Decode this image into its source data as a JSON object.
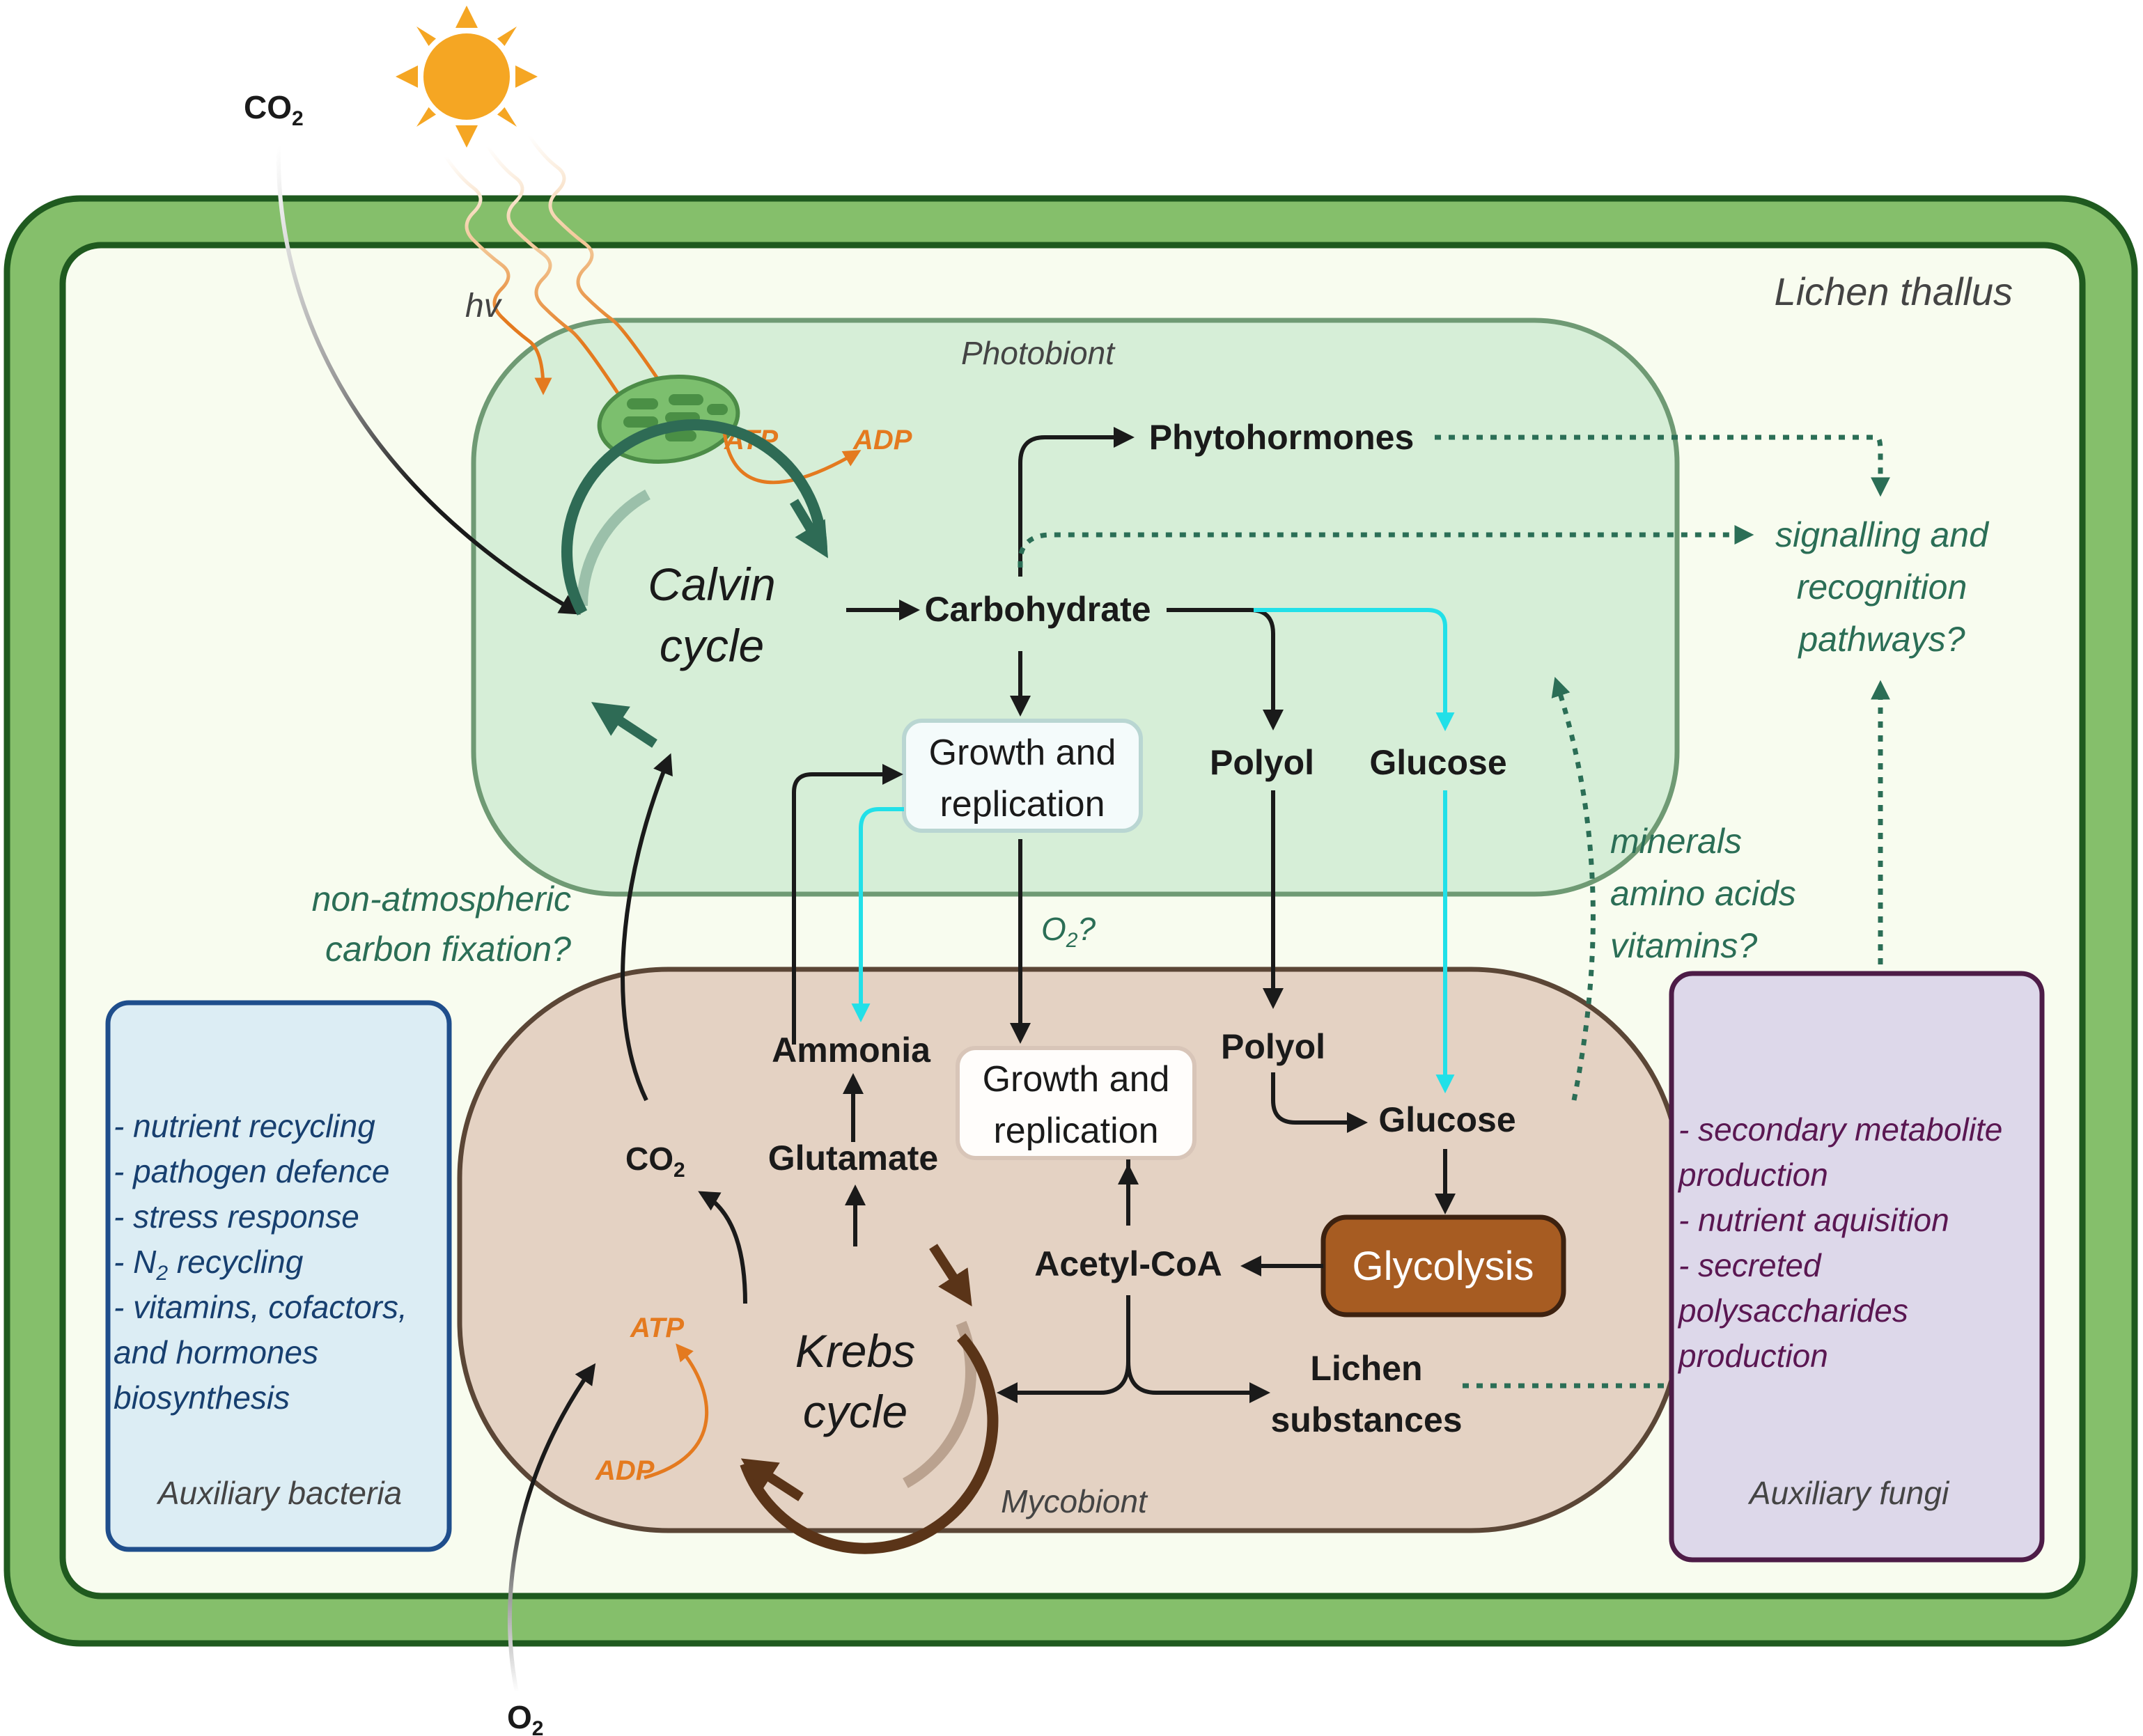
{
  "thallus": {
    "label": "Lichen thallus"
  },
  "photobiont": {
    "label": "Photobiont",
    "calvin_line1": "Calvin",
    "calvin_line2": "cycle",
    "carbohydrate": "Carbohydrate",
    "phytohormones": "Phytohormones",
    "growth_line1": "Growth and",
    "growth_line2": "replication",
    "polyol": "Polyol",
    "glucose": "Glucose",
    "atp": "ATP",
    "adp": "ADP"
  },
  "mycobiont": {
    "label": "Mycobiont",
    "krebs_line1": "Krebs",
    "krebs_line2": "cycle",
    "ammonia": "Ammonia",
    "glutamate": "Glutamate",
    "co2": "CO",
    "co2_sub": "2",
    "growth_line1": "Growth and",
    "growth_line2": "replication",
    "polyol": "Polyol",
    "glucose": "Glucose",
    "glycolysis": "Glycolysis",
    "acetyl_coa": "Acetyl-CoA",
    "lichen_subst_line1": "Lichen",
    "lichen_subst_line2": "substances",
    "atp": "ATP",
    "adp": "ADP"
  },
  "external": {
    "co2": "CO",
    "co2_sub": "2",
    "o2": "O",
    "o2_sub": "2",
    "hv": "hv"
  },
  "annotations": {
    "o2q_main": "O",
    "o2q_sub": "2",
    "o2q_tail": "?",
    "non_atm_line1": "non-atmospheric",
    "non_atm_line2": "carbon fixation?",
    "minerals_line1": "minerals",
    "minerals_line2": "amino acids",
    "minerals_line3": "vitamins?",
    "signalling_line1": "signalling and",
    "signalling_line2": "recognition",
    "signalling_line3": "pathways?"
  },
  "bacteria": {
    "title": "Auxiliary bacteria",
    "line1": "- nutrient recycling",
    "line2": "- pathogen defence",
    "line3": "- stress response",
    "line4_a": "- N",
    "line4_sub": "2",
    "line4_b": " recycling",
    "line5": "- vitamins, cofactors,",
    "line6": "and hormones",
    "line7": "biosynthesis"
  },
  "fungi": {
    "title": "Auxiliary fungi",
    "line1": "- secondary metabolite",
    "line2": "production",
    "line3": "- nutrient aquisition",
    "line4": "- secreted",
    "line5": "polysaccharides",
    "line6": "production"
  },
  "colors": {
    "thallus_outer": "#85bf6b",
    "thallus_border": "#1f5a1f",
    "thallus_inner": "#f8fcef",
    "photobiont_fill": "#d6eed7",
    "photobiont_border": "#6f9a74",
    "mycobiont_fill": "#e4d2c3",
    "mycobiont_border": "#5b4636",
    "calvin_ring": "#2e6b55",
    "krebs_ring": "#5a3418",
    "glycolysis_fill": "#a75c22",
    "cyan": "#22e0e8",
    "orange": "#e47a1f",
    "annotation_green": "#2b6e56",
    "bacteria_fill": "#dcedf4",
    "bacteria_border": "#1f4e8c",
    "bacteria_text": "#173f6f",
    "fungi_fill": "#ddd8ea",
    "fungi_border": "#4d1c47",
    "fungi_text": "#5a1752",
    "sun": "#f5a623"
  },
  "icons": {
    "sun": "sun-icon",
    "chloroplast": "chloroplast-icon"
  }
}
